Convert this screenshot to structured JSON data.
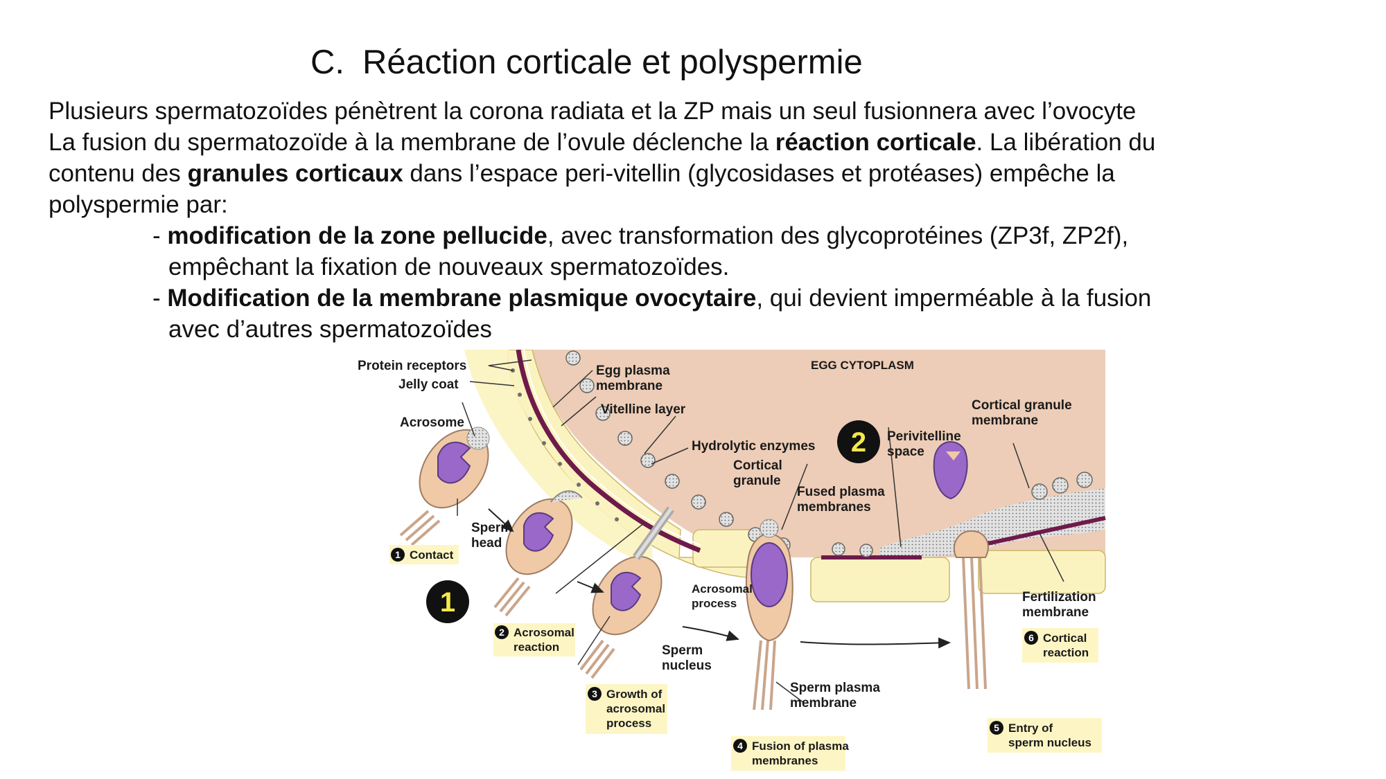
{
  "slide": {
    "title_letter": "C.",
    "title_text": "Réaction corticale et polyspermie",
    "para": {
      "line1": "Plusieurs spermatozoïdes pénètrent la corona radiata et la ZP mais un seul fusionnera avec l’ovocyte",
      "line2_a": "La fusion du spermatozoïde à la membrane de l’ovule déclenche la ",
      "line2_b": "réaction corticale",
      "line2_c": ". La libération du",
      "line3_a": "contenu des ",
      "line3_b": "granules corticaux",
      "line3_c": " dans l’espace peri-vitellin (glycosidases et protéases) empêche la",
      "line4": "polyspermie par:"
    },
    "bullets": [
      {
        "dash": "- ",
        "bold": "modification de la zone pellucide",
        "rest": ", avec transformation des glycoprotéines (ZP3f, ZP2f),",
        "cont": "empêchant la fixation de nouveaux spermatozoïdes."
      },
      {
        "dash": "- ",
        "bold": "Modification de la membrane plasmique ovocytaire",
        "rest": ", qui devient imperméable à la fusion",
        "cont": "avec d’autres spermatozoïdes"
      }
    ]
  },
  "figure": {
    "labels": {
      "protein_receptors": "Protein receptors",
      "jelly_coat": "Jelly coat",
      "acrosome": "Acrosome",
      "egg_plasma_membrane_1": "Egg plasma",
      "egg_plasma_membrane_2": "membrane",
      "vitelline_layer": "Vitelline layer",
      "hydrolytic_enzymes": "Hydrolytic enzymes",
      "cortical_granule_1": "Cortical",
      "cortical_granule_2": "granule",
      "egg_cytoplasm": "EGG CYTOPLASM",
      "cortical_granule_membrane_1": "Cortical granule",
      "cortical_granule_membrane_2": "membrane",
      "perivitelline_1": "Perivitelline",
      "perivitelline_2": "space",
      "fused_plasma_1": "Fused plasma",
      "fused_plasma_2": "membranes",
      "sperm_head_1": "Sperm",
      "sperm_head_2": "head",
      "acrosomal_process_1": "Acrosomal",
      "acrosomal_process_2": "process",
      "sperm_nucleus_1": "Sperm",
      "sperm_nucleus_2": "nucleus",
      "sperm_plasma_membrane_1": "Sperm plasma",
      "sperm_plasma_membrane_2": "membrane",
      "fertilization_membrane_1": "Fertilization",
      "fertilization_membrane_2": "membrane"
    },
    "badges": {
      "big1": "1",
      "big2": "2"
    },
    "steps": [
      {
        "num": "1",
        "lines": [
          "Contact"
        ]
      },
      {
        "num": "2",
        "lines": [
          "Acrosomal",
          "reaction"
        ]
      },
      {
        "num": "3",
        "lines": [
          "Growth of",
          "acrosomal",
          "process"
        ]
      },
      {
        "num": "4",
        "lines": [
          "Fusion of plasma",
          "membranes"
        ]
      },
      {
        "num": "5",
        "lines": [
          "Entry of",
          "sperm nucleus"
        ]
      },
      {
        "num": "6",
        "lines": [
          "Cortical",
          "reaction"
        ]
      }
    ],
    "colors": {
      "cytoplasm": "#edcdb7",
      "vitelline": "#fbf3bf",
      "membrane": "#6e1a4a",
      "sperm_body": "#f0c9a6",
      "nucleus": "#9a68c9",
      "step_tag": "#fdf6c4",
      "badge_fill": "#111111",
      "badge_text": "#f5e84a"
    }
  }
}
